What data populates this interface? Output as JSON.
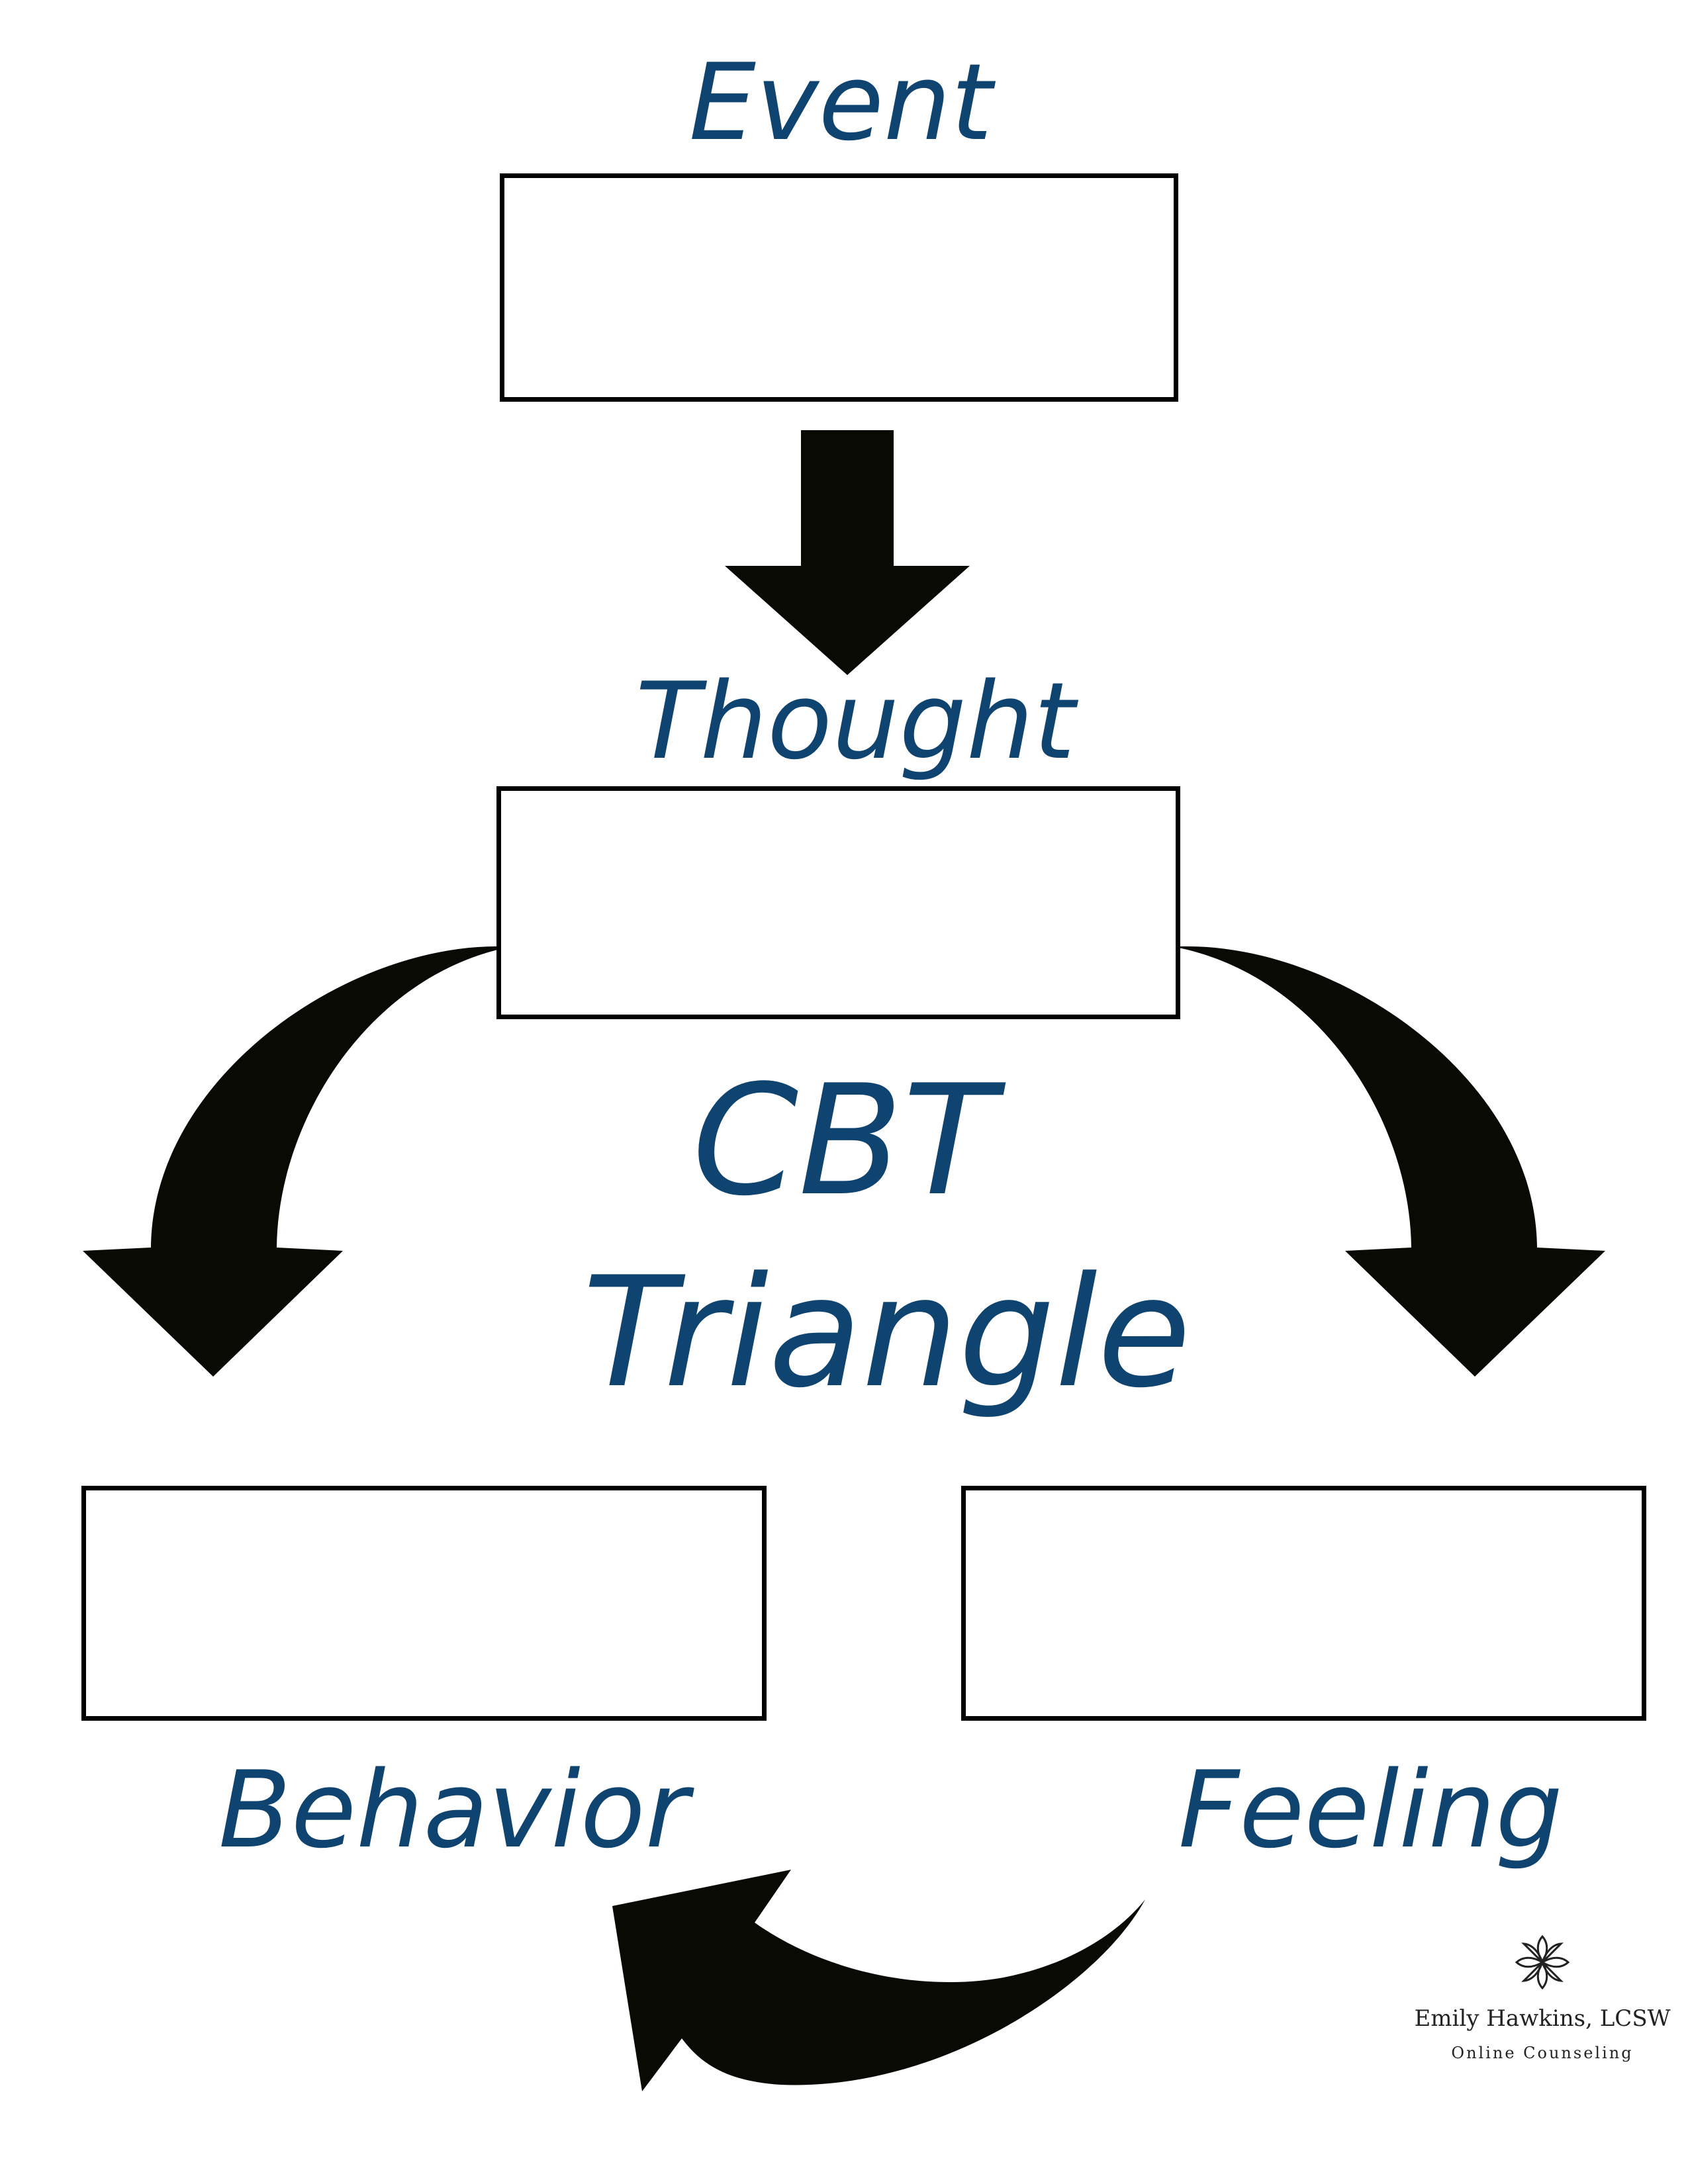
{
  "title": {
    "line1": "CBT",
    "line2": "Triangle"
  },
  "nodes": {
    "event": "Event",
    "thought": "Thought",
    "behavior": "Behavior",
    "feeling": "Feeling"
  },
  "logo": {
    "name": "Emily Hawkins, LCSW",
    "subtitle": "Online Counseling",
    "icon": "lotus-flower-icon"
  },
  "colors": {
    "label_text": "#0f4470",
    "arrow_fill": "#0a0a05",
    "box_border": "#000000",
    "background": "#ffffff"
  }
}
